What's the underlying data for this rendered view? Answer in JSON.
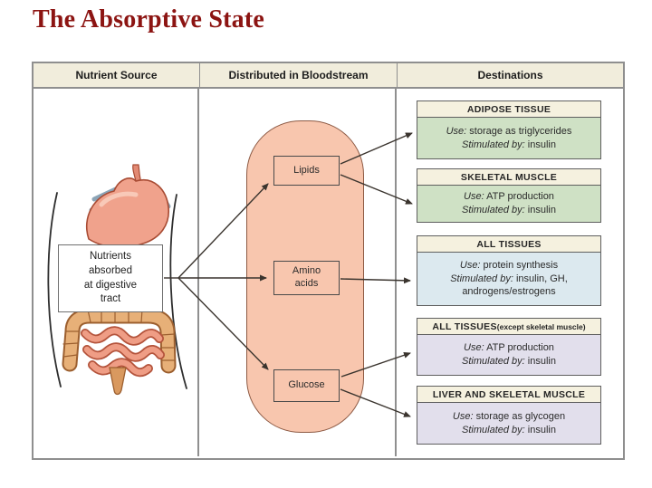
{
  "title": "The Absorptive State",
  "colors": {
    "title": "#8c1412",
    "table_header_bg": "#f1eddc",
    "dest_header_bg": "#f5f1df",
    "green": "#cfe1c5",
    "blue": "#dce9ef",
    "lavender": "#e2dfec",
    "bloodstream_fill": "#f8c6ae"
  },
  "table": {
    "headers": [
      "Nutrient Source",
      "Distributed in Bloodstream",
      "Destinations"
    ]
  },
  "nutrient_source": {
    "label": "Nutrients\nabsorbed\nat digestive\ntract"
  },
  "bloodstream": {
    "nutrients": [
      {
        "label": "Lipids"
      },
      {
        "label": "Amino\nacids"
      },
      {
        "label": "Glucose"
      }
    ]
  },
  "destinations": [
    {
      "title": "ADIPOSE TISSUE",
      "use_label": "Use:",
      "use_value": " storage as triglycerides",
      "stimulated_label": "Stimulated by:",
      "stimulated_value": " insulin"
    },
    {
      "title": "SKELETAL MUSCLE",
      "use_label": "Use:",
      "use_value": " ATP production",
      "stimulated_label": "Stimulated by:",
      "stimulated_value": " insulin"
    },
    {
      "title": "ALL TISSUES",
      "use_label": "Use:",
      "use_value": " protein synthesis",
      "stimulated_label": "Stimulated by:",
      "stimulated_value": " insulin, GH,\nandrogens/estrogens"
    },
    {
      "title": "ALL TISSUES",
      "title_suffix": " (except skeletal muscle)",
      "use_label": "Use:",
      "use_value": " ATP production",
      "stimulated_label": "Stimulated by:",
      "stimulated_value": " insulin"
    },
    {
      "title": "LIVER AND SKELETAL MUSCLE",
      "use_label": "Use:",
      "use_value": " storage as glycogen",
      "stimulated_label": "Stimulated by:",
      "stimulated_value": " insulin"
    }
  ]
}
